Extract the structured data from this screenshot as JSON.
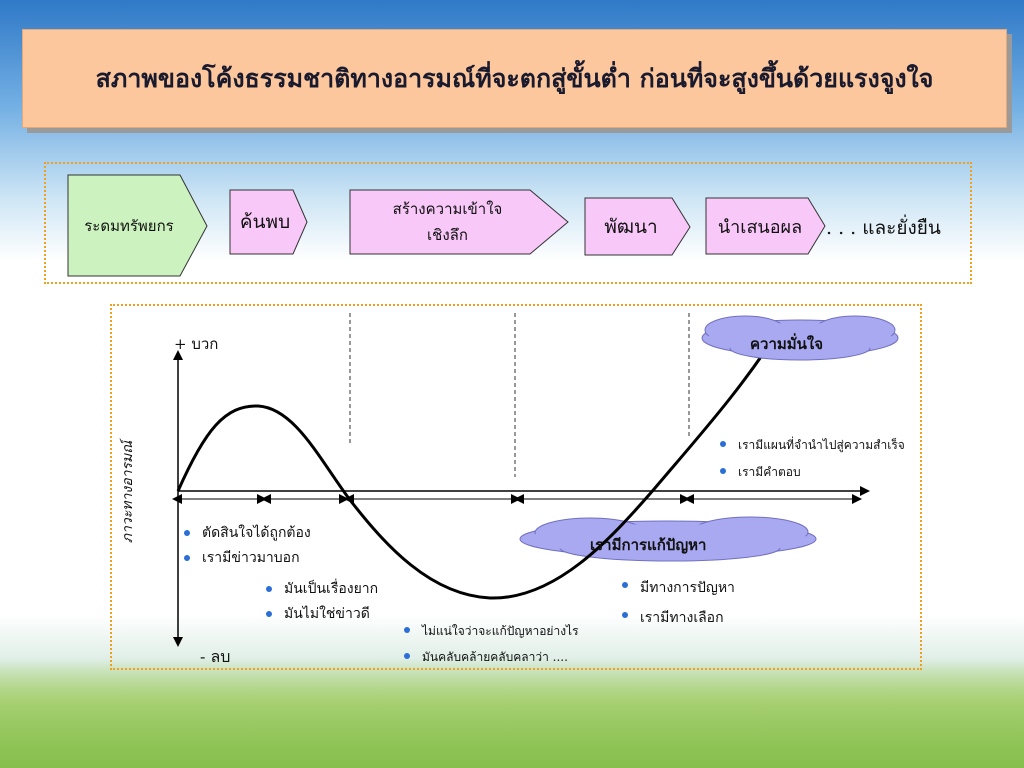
{
  "title": "สภาพของโค้งธรรมชาติทางอารมณ์ที่จะตกสู่ขั้นต่ำ ก่อนที่จะสูงขึ้นด้วยแรงจูงใจ",
  "process_steps": [
    {
      "label": "ระดมทรัพยกร"
    },
    {
      "label": "ค้นพบ"
    },
    {
      "label_line1": "สร้างความเข้าใจ",
      "label_line2": "เชิงลึก"
    },
    {
      "label": "พัฒนา"
    },
    {
      "label": "นำเสนอผล"
    }
  ],
  "process_trailing": ". . . และยั่งยืน",
  "graph": {
    "positive_label": "+ บวก",
    "negative_label": "- ลบ",
    "y_axis_label": "ภาวะทางอารมณ์",
    "cloud_top": "ความมั่นใจ",
    "cloud_middle": "เรามีการแก้ปัญหา",
    "notes_start": [
      "ตัดสินใจได้ถูกต้อง",
      "เรามีข่าวมาบอก"
    ],
    "notes_decline": [
      "มันเป็นเรื่องยาก",
      "มันไม่ใช่ข่าวดี"
    ],
    "notes_bottom": [
      "ไม่แน่ใจว่าจะแก้ปัญหาอย่างไร",
      "มันคลับคล้ายคลับคลาว่า ...."
    ],
    "notes_rise": [
      "มีทางการปัญหา",
      "เรามีทางเลือก"
    ],
    "notes_top": [
      "เรามีแผนที่จำนำไปสู่ความสำเร็จ",
      "เรามีคำตอบ"
    ]
  },
  "colors": {
    "title_bg": "#fcc79c",
    "step_fill": "#f8c8f8",
    "first_step_fill": "#ccf2bf",
    "cloud_fill": "#a9a9f2",
    "frame_border": "#f0a020",
    "bullet": "#2b6fd6"
  }
}
